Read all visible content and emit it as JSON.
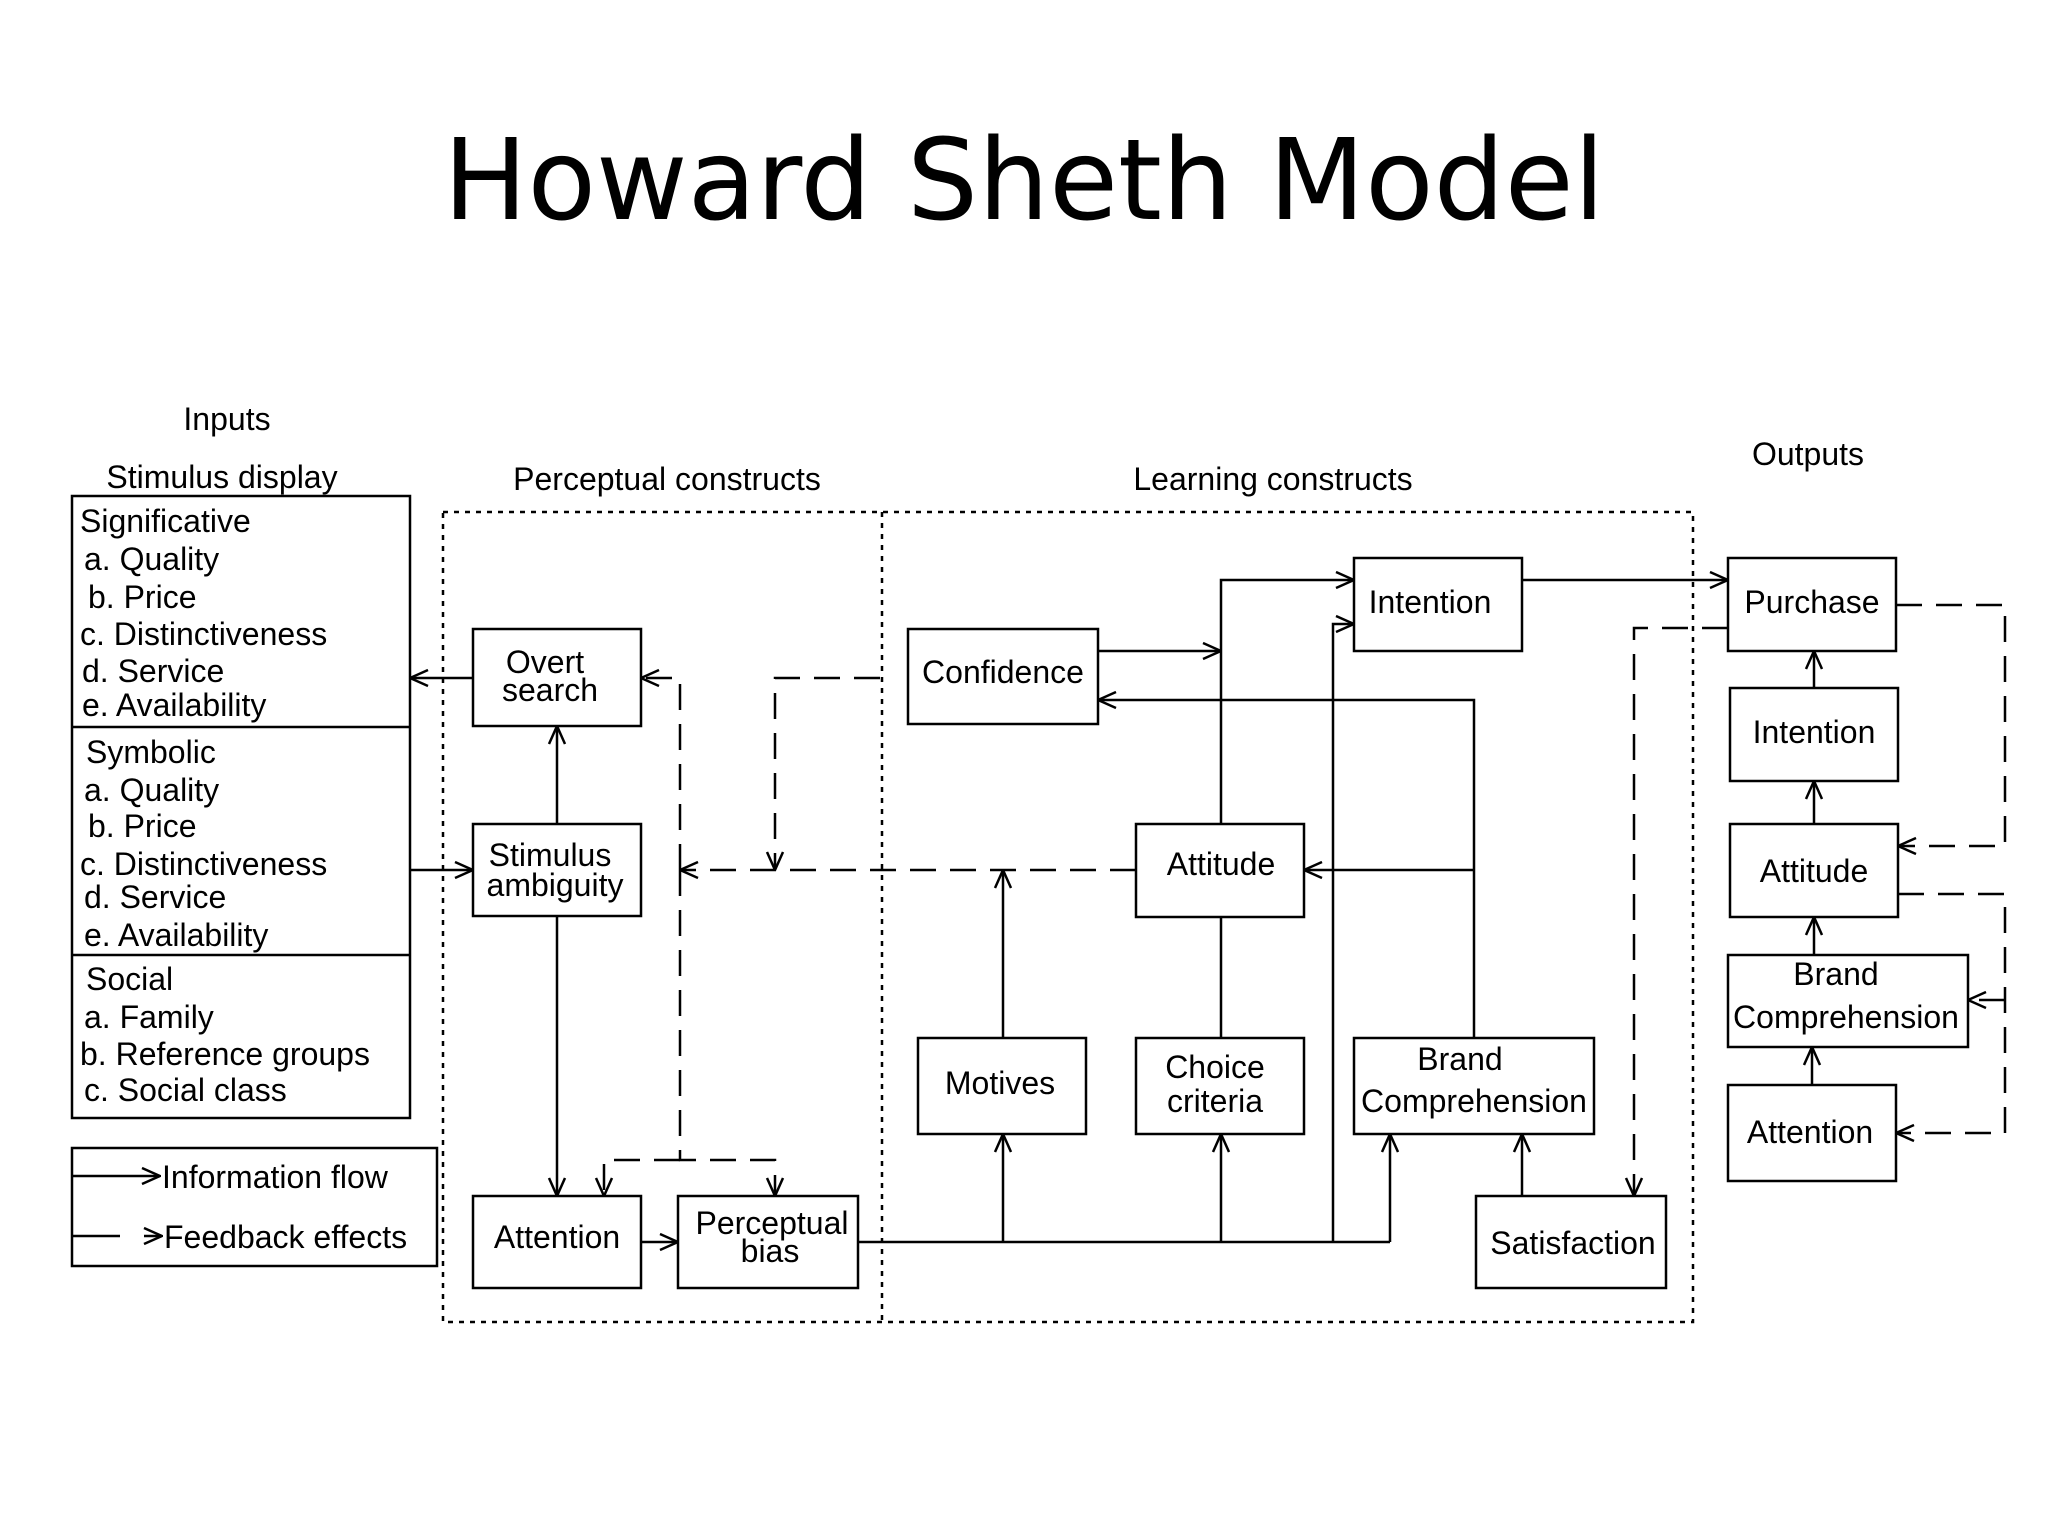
{
  "slide": {
    "title": "Howard Sheth Model"
  },
  "sections": {
    "inputs": "Inputs",
    "stimulus_display": "Stimulus display",
    "perceptual": "Perceptual constructs",
    "learning": "Learning constructs",
    "outputs": "Outputs"
  },
  "inputs": {
    "significative": {
      "heading": "Significative",
      "items": [
        "a. Quality",
        "b. Price",
        "c. Distinctiveness",
        "d. Service",
        "e. Availability"
      ]
    },
    "symbolic": {
      "heading": "Symbolic",
      "items": [
        "a. Quality",
        "b. Price",
        "c. Distinctiveness",
        "d. Service",
        "e. Availability"
      ]
    },
    "social": {
      "heading": "Social",
      "items": [
        "a. Family",
        "b. Reference groups",
        "c. Social class"
      ]
    }
  },
  "legend": {
    "information_flow": "Information flow",
    "feedback_effects": "Feedback effects"
  },
  "perceptual_nodes": {
    "overt_search": [
      "Overt",
      "search"
    ],
    "stimulus_ambiguity": [
      "Stimulus",
      "ambiguity"
    ],
    "attention": "Attention",
    "perceptual_bias": [
      "Perceptual",
      "bias"
    ]
  },
  "learning_nodes": {
    "confidence": "Confidence",
    "intention": "Intention",
    "attitude": "Attitude",
    "motives": "Motives",
    "choice_criteria": [
      "Choice",
      "criteria"
    ],
    "brand_comprehension": [
      "Brand",
      "Comprehension"
    ],
    "satisfaction": "Satisfaction"
  },
  "output_nodes": {
    "purchase": "Purchase",
    "intention": "Intention",
    "attitude": "Attitude",
    "brand_comprehension": [
      "Brand",
      "Comprehension"
    ],
    "attention": "Attention"
  }
}
